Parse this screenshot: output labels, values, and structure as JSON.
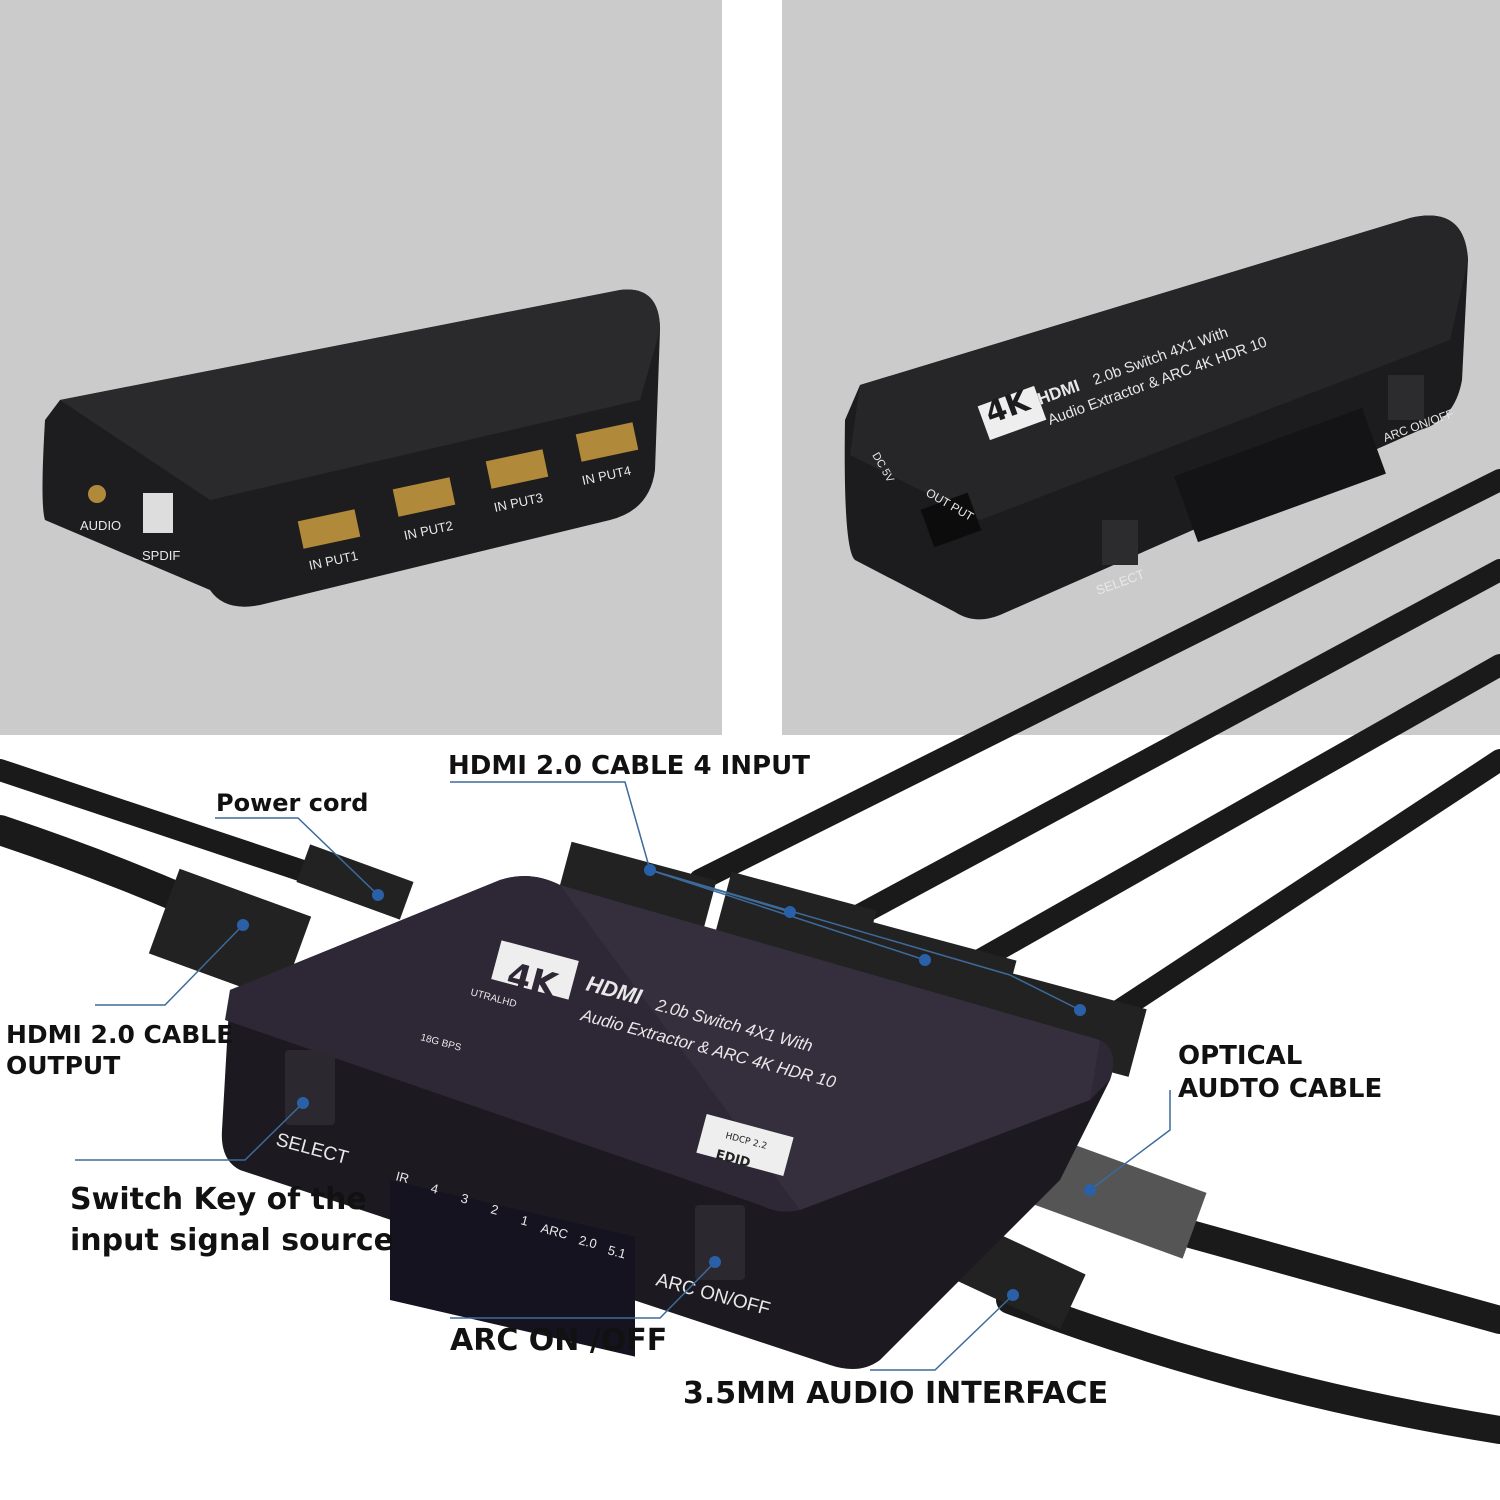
{
  "callouts": {
    "hdmi_input": "HDMI 2.0 CABLE 4 INPUT",
    "power_cord": "Power cord",
    "hdmi_output_line1": "HDMI 2.0 CABLE",
    "hdmi_output_line2": "OUTPUT",
    "optical_line1": "OPTICAL",
    "optical_line2": "AUDTO CABLE",
    "switch_key_line1": "Switch Key of the",
    "switch_key_line2": "input signal source",
    "arc": "ARC ON /OFF",
    "audio_interface": "3.5MM AUDIO INTERFACE"
  },
  "device": {
    "brand": "4K",
    "brand_sub": "UTRALHD",
    "hdmi": "HDMI",
    "title_line1": "2.0b Switch 4X1 With",
    "title_line2": "Audio Extractor & ARC 4K HDR 10",
    "edid": "EDID",
    "hdcp": "HDCP 2.2",
    "badge_18g": "18G BPS",
    "select": "SELECT",
    "arc_button": "ARC ON/OFF",
    "indicators": [
      "IR",
      "4",
      "3",
      "2",
      "1",
      "ARC",
      "2.0",
      "5.1"
    ],
    "dc": "DC 5V",
    "output": "OUT PUT",
    "back_ports": [
      "AUDIO",
      "SPDIF",
      "IN PUT1",
      "IN PUT2",
      "IN PUT3",
      "IN PUT4"
    ]
  },
  "colors": {
    "background_panel": "#cbcbcb",
    "device_body": "#1c1c1e",
    "device_top_bottom_view": "#2a2530",
    "leader_line": "#3d6a9a"
  }
}
